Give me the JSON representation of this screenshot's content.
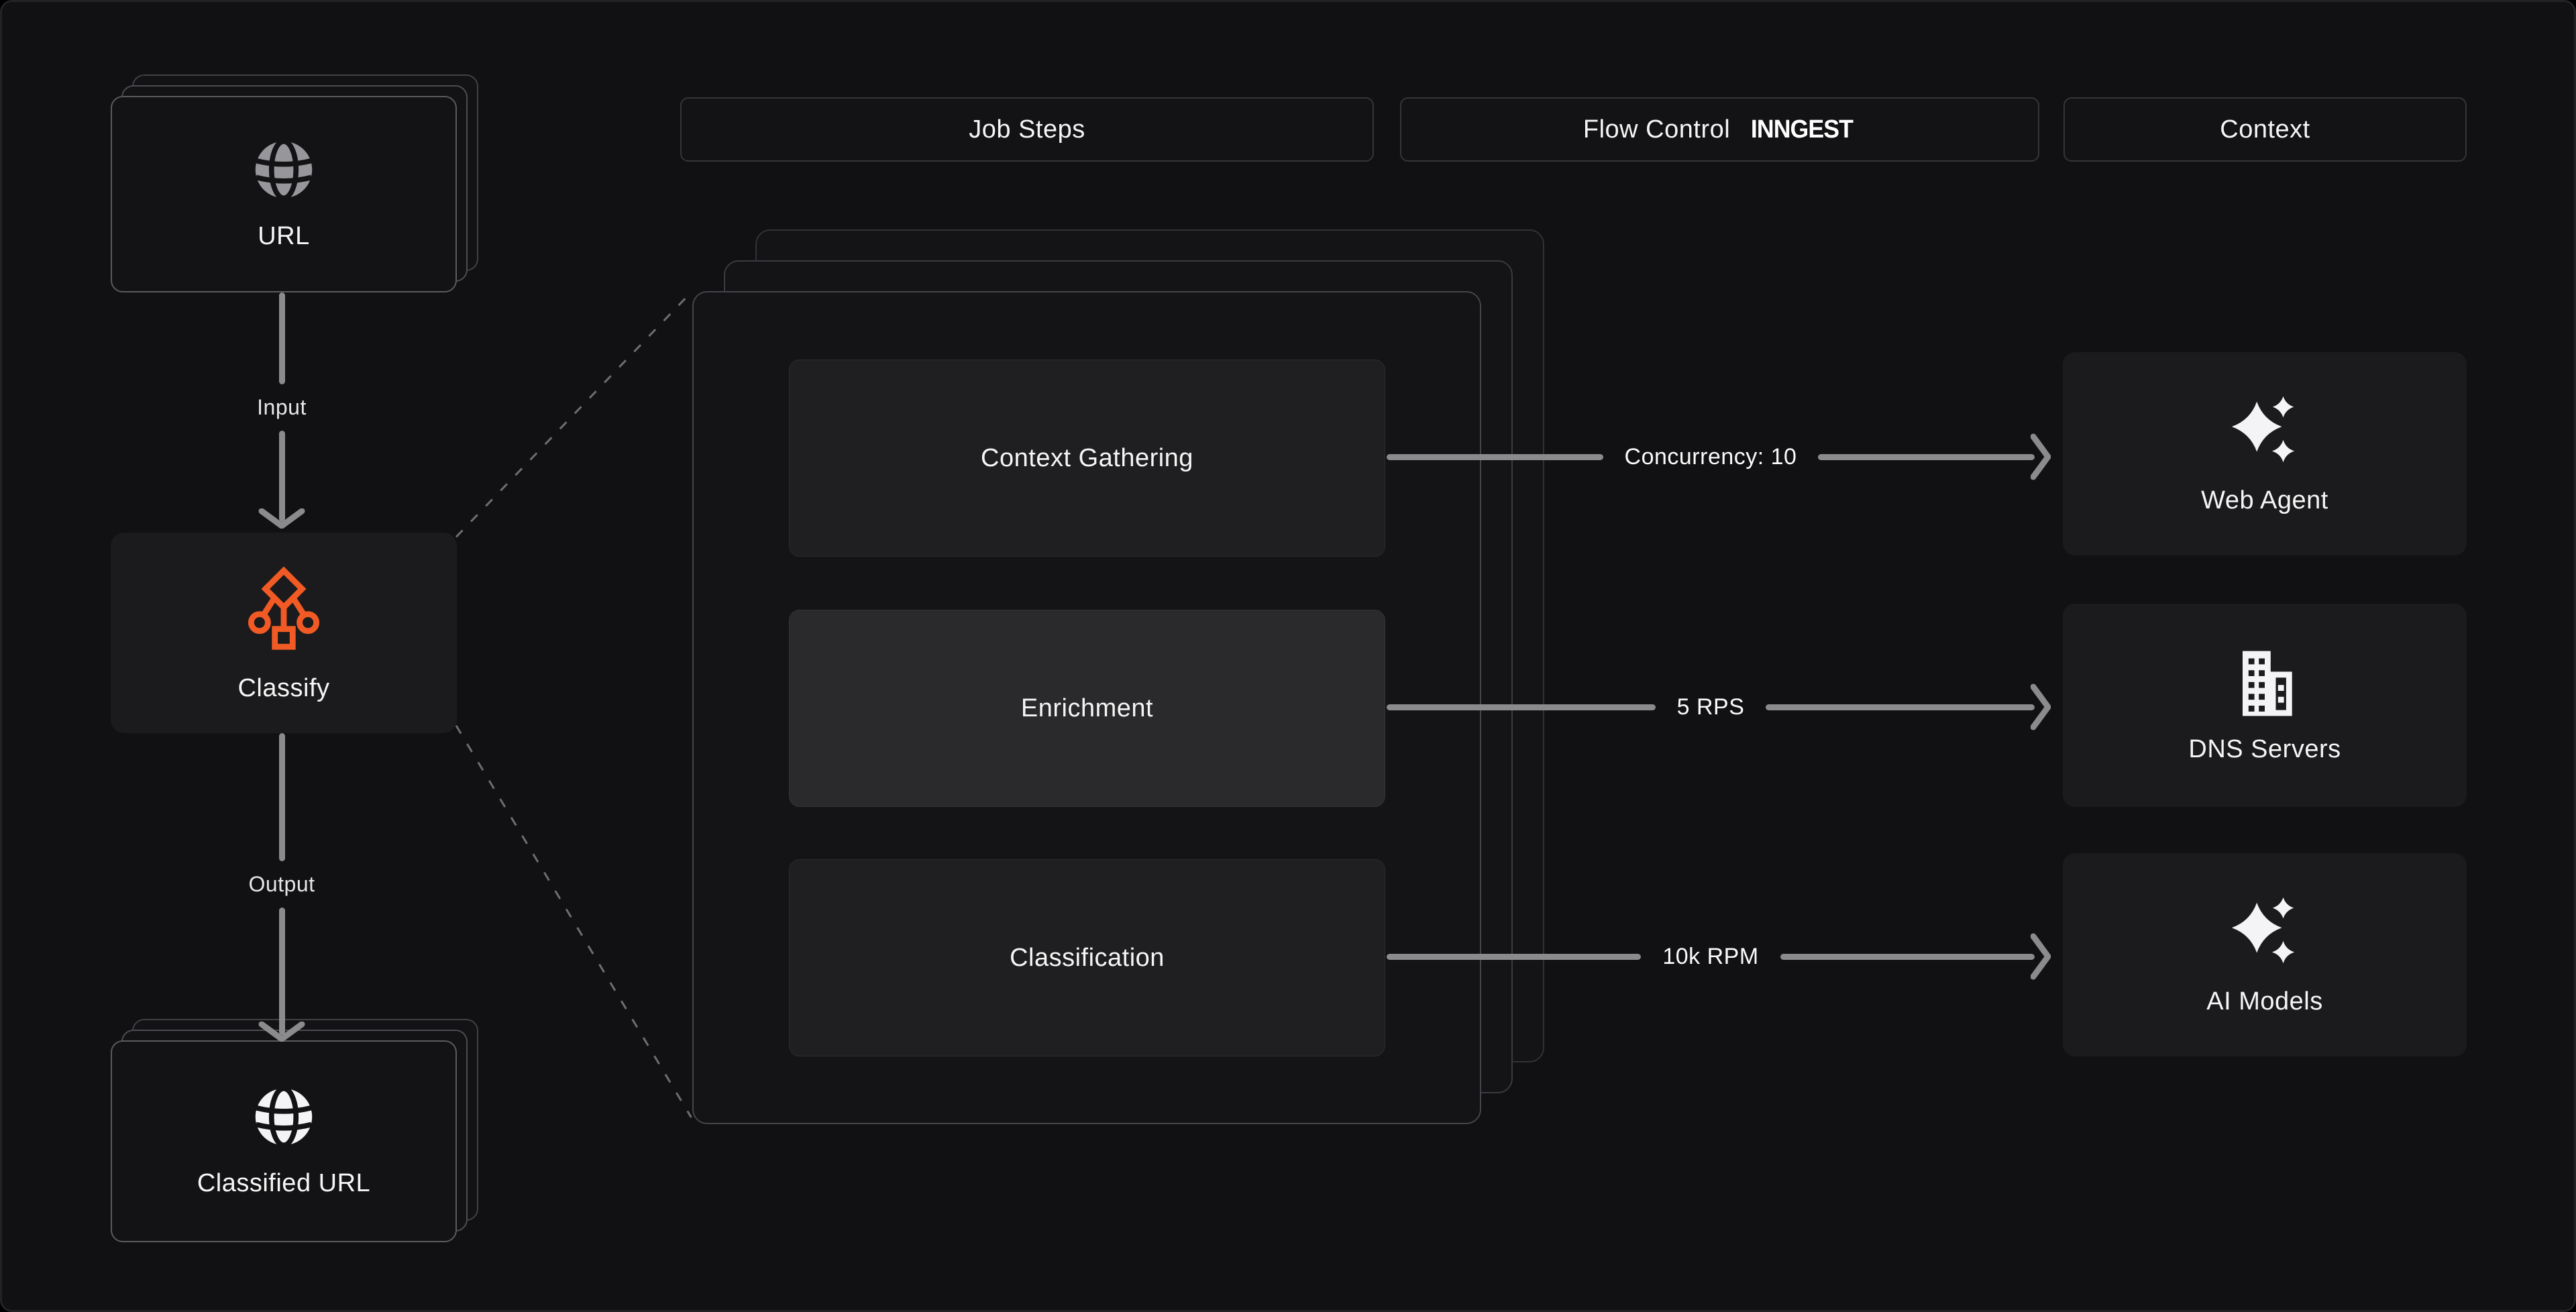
{
  "headers": {
    "job_steps": "Job Steps",
    "flow_control": "Flow Control",
    "flow_control_logo": "INNGEST",
    "context": "Context"
  },
  "pipeline": {
    "source": {
      "label": "URL",
      "icon": "globe-icon"
    },
    "input_label": "Input",
    "processor": {
      "label": "Classify",
      "icon": "classify-tree-icon"
    },
    "output_label": "Output",
    "sink": {
      "label": "Classified URL",
      "icon": "globe-icon"
    }
  },
  "job_steps": [
    {
      "label": "Context Gathering",
      "highlighted": false
    },
    {
      "label": "Enrichment",
      "highlighted": true
    },
    {
      "label": "Classification",
      "highlighted": false
    }
  ],
  "flow_controls": [
    "Concurrency: 10",
    "5 RPS",
    "10k RPM"
  ],
  "context_nodes": [
    {
      "label": "Web Agent",
      "icon": "sparkles-icon"
    },
    {
      "label": "DNS Servers",
      "icon": "building-icon"
    },
    {
      "label": "AI Models",
      "icon": "sparkles-icon"
    }
  ],
  "colors": {
    "background": "#111113",
    "card_bg": "#141416",
    "step_bg": "#1f1f21",
    "step_highlight_bg": "#2a2a2c",
    "node_bg": "#1b1b1d",
    "accent_orange": "#F15A24",
    "arrow_gray": "#8b8b8d",
    "text_primary": "#f5f5f5"
  }
}
